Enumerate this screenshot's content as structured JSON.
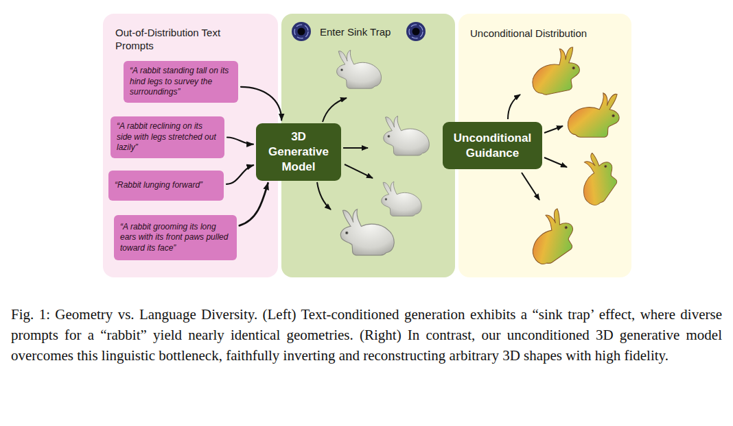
{
  "diagram": {
    "caption": "Fig. 1: Geometry vs. Language Diversity. (Left) Text-conditioned generation exhibits a “sink trap’ effect, where diverse prompts for a “rabbit” yield nearly identical geometries. (Right) In contrast, our unconditioned 3D generative model overcomes this linguistic bottleneck, faithfully inverting and reconstructing arbitrary 3D shapes with high fidelity.",
    "nodes": [
      {
        "text": [
          "Out-of-Distribution Text Prompts"
        ]
      },
      {
        "text": [
          "“A rabbit standing tall on its hind legs to survey the surroundings”"
        ],
        "in": 0
      },
      {
        "text": [
          "“A rabbit reclining on its side with legs stretched out lazily”"
        ],
        "in": 0
      },
      {
        "text": [
          "“Rabbit lunging forward”"
        ],
        "in": 0
      },
      {
        "text": [
          "“A rabbit grooming its long ears with its front paws pulled toward its face”"
        ],
        "in": 0
      },
      {
        "text": [
          "Enter Sink Trap"
        ]
      },
      {
        "text": [
          "3D Generative Model"
        ],
        "in": 5
      },
      {
        "text": [
          "Unconditional Distribution"
        ]
      },
      {
        "text": [
          "Unconditional Guidance"
        ],
        "in": 7
      }
    ],
    "edges": [
      {
        "from": 1,
        "to": 6,
        "arrow": "to"
      },
      {
        "from": 2,
        "to": 6,
        "arrow": "to"
      },
      {
        "from": 3,
        "to": 6,
        "arrow": "to"
      },
      {
        "from": 4,
        "to": 6,
        "arrow": "to"
      }
    ]
  }
}
